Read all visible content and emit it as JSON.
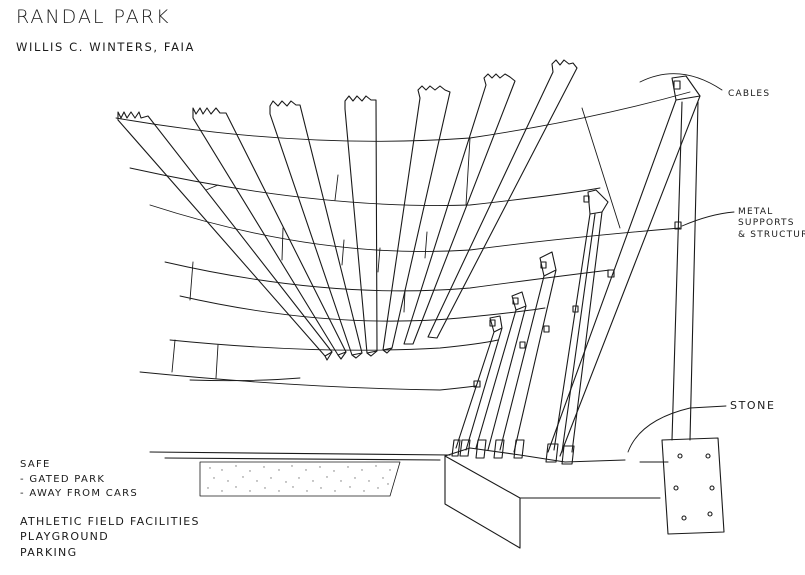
{
  "title": "RANDAL PARK",
  "author": "WILLIS C. WINTERS, FAIA",
  "callouts": {
    "cables": "CABLES",
    "metal_lines": [
      "METAL",
      "SUPPORTS",
      "& STRUCTURE"
    ],
    "stone": "STONE"
  },
  "notes": {
    "safe_heading": "SAFE",
    "safe_items": [
      "- GATED PARK",
      "- AWAY FROM CARS"
    ],
    "facilities": [
      "ATHLETIC FIELD FACILITIES",
      "PLAYGROUND",
      "PARKING"
    ]
  }
}
